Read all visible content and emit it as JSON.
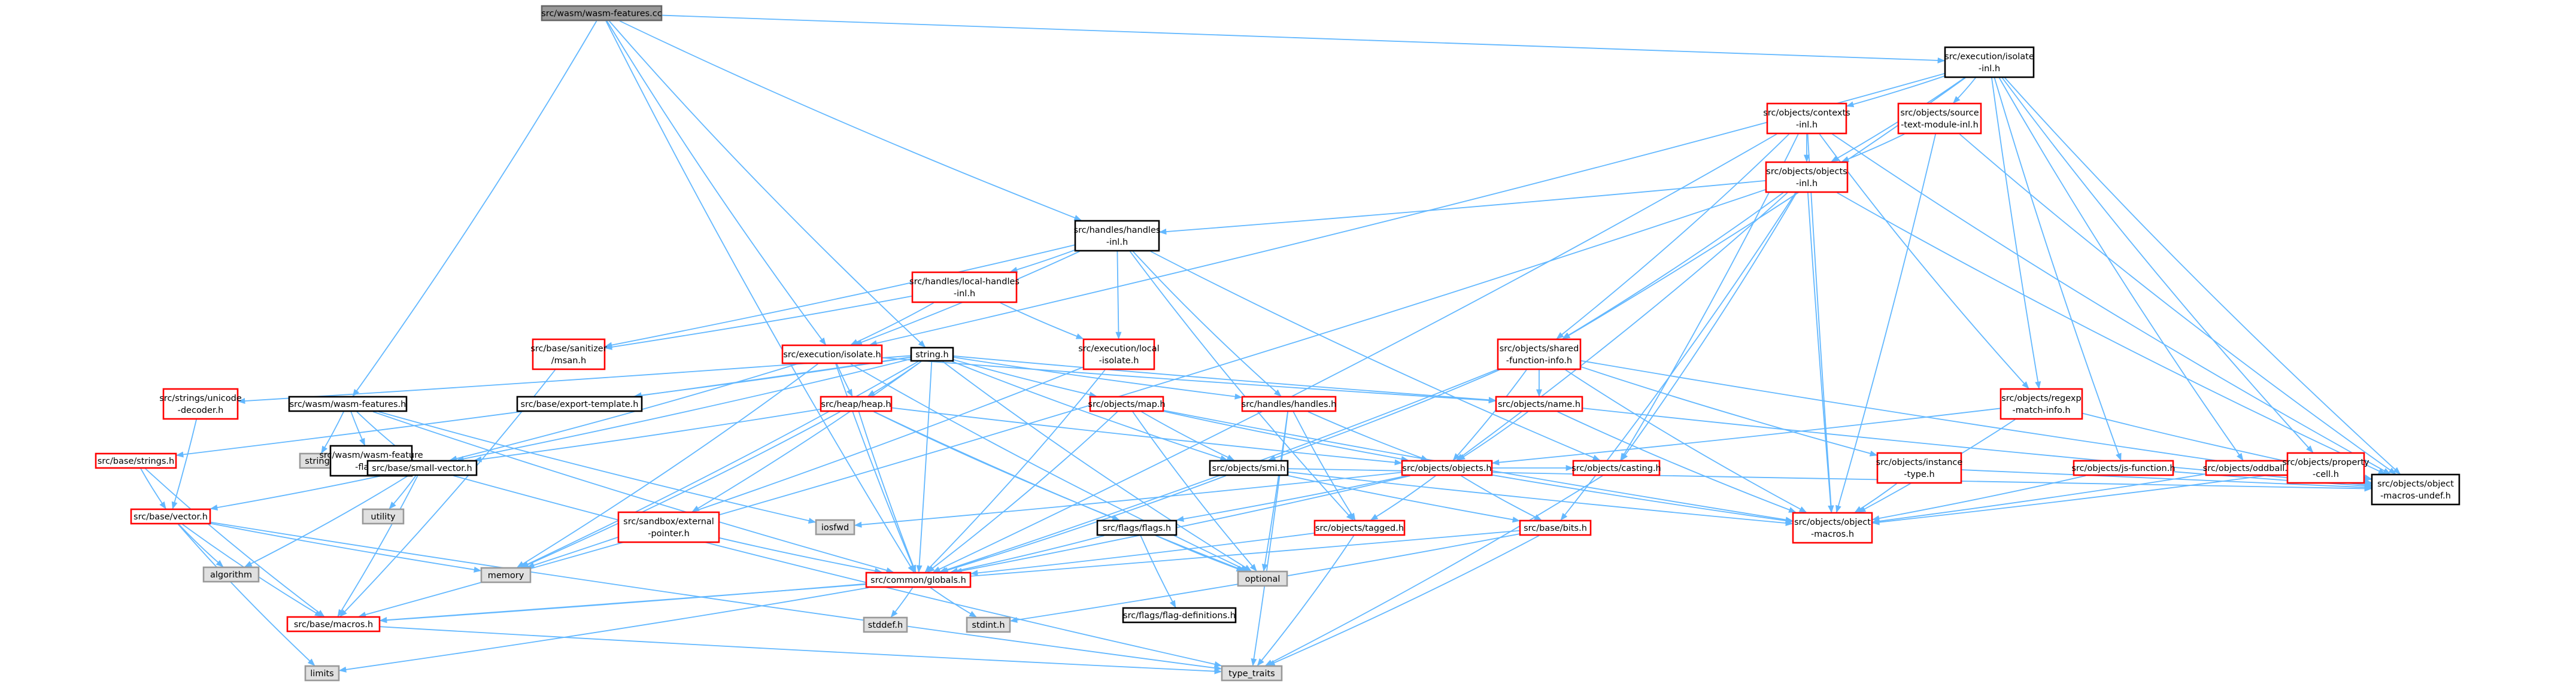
{
  "colors": {
    "root_fill": "#999999",
    "root_border": "#666666",
    "red_border": "#ff0000",
    "black_border": "#000000",
    "gray_fill": "#e0e0e0",
    "gray_border": "#999999",
    "white_fill": "#ffffff",
    "edge": "#63b8ff"
  },
  "nodes": [
    {
      "id": "n0",
      "lines": [
        "src/wasm/wasm-features.cc"
      ],
      "style": "root"
    },
    {
      "id": "n1",
      "lines": [
        "src/execution/isolate",
        "-inl.h"
      ],
      "style": "black"
    },
    {
      "id": "n2",
      "lines": [
        "src/objects/contexts",
        "-inl.h"
      ],
      "style": "red"
    },
    {
      "id": "n3",
      "lines": [
        "src/objects/source",
        "-text-module-inl.h"
      ],
      "style": "red"
    },
    {
      "id": "n4",
      "lines": [
        "src/objects/objects",
        "-inl.h"
      ],
      "style": "red"
    },
    {
      "id": "n5",
      "lines": [
        "src/handles/handles",
        "-inl.h"
      ],
      "style": "black"
    },
    {
      "id": "n6",
      "lines": [
        "src/handles/local-handles",
        "-inl.h"
      ],
      "style": "red"
    },
    {
      "id": "n7",
      "lines": [
        "src/base/sanitizer",
        "/msan.h"
      ],
      "style": "red"
    },
    {
      "id": "n8",
      "lines": [
        "src/execution/isolate.h"
      ],
      "style": "red"
    },
    {
      "id": "n9",
      "lines": [
        "src/execution/local",
        "-isolate.h"
      ],
      "style": "red"
    },
    {
      "id": "n10",
      "lines": [
        "src/objects/shared",
        "-function-info.h"
      ],
      "style": "red"
    },
    {
      "id": "n11",
      "lines": [
        "string.h"
      ],
      "style": "black"
    },
    {
      "id": "n12",
      "lines": [
        "src/strings/unicode",
        "-decoder.h"
      ],
      "style": "red"
    },
    {
      "id": "n13",
      "lines": [
        "src/wasm/wasm-features.h"
      ],
      "style": "black"
    },
    {
      "id": "n14",
      "lines": [
        "src/base/export-template.h"
      ],
      "style": "black"
    },
    {
      "id": "n15",
      "lines": [
        "src/heap/heap.h"
      ],
      "style": "red"
    },
    {
      "id": "n16",
      "lines": [
        "src/objects/map.h"
      ],
      "style": "red"
    },
    {
      "id": "n17",
      "lines": [
        "src/handles/handles.h"
      ],
      "style": "red"
    },
    {
      "id": "n18",
      "lines": [
        "src/objects/name.h"
      ],
      "style": "red"
    },
    {
      "id": "n19",
      "lines": [
        "src/objects/regexp",
        "-match-info.h"
      ],
      "style": "red"
    },
    {
      "id": "n20",
      "lines": [
        "src/base/strings.h"
      ],
      "style": "red"
    },
    {
      "id": "n21",
      "lines": [
        "string"
      ],
      "style": "gray"
    },
    {
      "id": "n22",
      "lines": [
        "src/wasm/wasm-feature",
        "-flags.h"
      ],
      "style": "black"
    },
    {
      "id": "n23",
      "lines": [
        "src/base/small-vector.h"
      ],
      "style": "black"
    },
    {
      "id": "n24",
      "lines": [
        "src/objects/smi.h"
      ],
      "style": "black"
    },
    {
      "id": "n25",
      "lines": [
        "src/objects/objects.h"
      ],
      "style": "red"
    },
    {
      "id": "n26",
      "lines": [
        "src/objects/casting.h"
      ],
      "style": "red"
    },
    {
      "id": "n27",
      "lines": [
        "src/objects/instance",
        "-type.h"
      ],
      "style": "red"
    },
    {
      "id": "n28",
      "lines": [
        "src/objects/js-function.h"
      ],
      "style": "red"
    },
    {
      "id": "n29",
      "lines": [
        "src/objects/oddball.h"
      ],
      "style": "red"
    },
    {
      "id": "n30",
      "lines": [
        "src/objects/property",
        "-cell.h"
      ],
      "style": "red"
    },
    {
      "id": "n31",
      "lines": [
        "src/objects/object",
        "-macros-undef.h"
      ],
      "style": "black"
    },
    {
      "id": "n32",
      "lines": [
        "src/base/vector.h"
      ],
      "style": "red"
    },
    {
      "id": "n33",
      "lines": [
        "utility"
      ],
      "style": "gray"
    },
    {
      "id": "n34",
      "lines": [
        "src/sandbox/external",
        "-pointer.h"
      ],
      "style": "red"
    },
    {
      "id": "n35",
      "lines": [
        "iosfwd"
      ],
      "style": "gray"
    },
    {
      "id": "n36",
      "lines": [
        "src/flags/flags.h"
      ],
      "style": "black"
    },
    {
      "id": "n37",
      "lines": [
        "src/objects/tagged.h"
      ],
      "style": "red"
    },
    {
      "id": "n38",
      "lines": [
        "src/base/bits.h"
      ],
      "style": "red"
    },
    {
      "id": "n39",
      "lines": [
        "src/objects/object",
        "-macros.h"
      ],
      "style": "red"
    },
    {
      "id": "n40",
      "lines": [
        "algorithm"
      ],
      "style": "gray"
    },
    {
      "id": "n41",
      "lines": [
        "memory"
      ],
      "style": "gray"
    },
    {
      "id": "n42",
      "lines": [
        "optional"
      ],
      "style": "gray"
    },
    {
      "id": "n43",
      "lines": [
        "src/flags/flag-definitions.h"
      ],
      "style": "black"
    },
    {
      "id": "n44",
      "lines": [
        "src/common/globals.h"
      ],
      "style": "red"
    },
    {
      "id": "n45",
      "lines": [
        "stddef.h"
      ],
      "style": "gray"
    },
    {
      "id": "n46",
      "lines": [
        "stdint.h"
      ],
      "style": "gray"
    },
    {
      "id": "n47",
      "lines": [
        "src/base/macros.h"
      ],
      "style": "red"
    },
    {
      "id": "n48",
      "lines": [
        "limits"
      ],
      "style": "gray"
    },
    {
      "id": "n49",
      "lines": [
        "type_traits"
      ],
      "style": "gray"
    }
  ],
  "edges": [
    [
      "n0",
      "n1"
    ],
    [
      "n0",
      "n5"
    ],
    [
      "n0",
      "n8"
    ],
    [
      "n0",
      "n11"
    ],
    [
      "n0",
      "n13"
    ],
    [
      "n0",
      "n44"
    ],
    [
      "n1",
      "n2"
    ],
    [
      "n1",
      "n3"
    ],
    [
      "n1",
      "n4"
    ],
    [
      "n1",
      "n10"
    ],
    [
      "n1",
      "n19"
    ],
    [
      "n1",
      "n28"
    ],
    [
      "n1",
      "n29"
    ],
    [
      "n1",
      "n30"
    ],
    [
      "n1",
      "n31"
    ],
    [
      "n1",
      "n8"
    ],
    [
      "n2",
      "n4"
    ],
    [
      "n2",
      "n10"
    ],
    [
      "n2",
      "n19"
    ],
    [
      "n2",
      "n26"
    ],
    [
      "n2",
      "n31"
    ],
    [
      "n2",
      "n39"
    ],
    [
      "n2",
      "n44"
    ],
    [
      "n3",
      "n4"
    ],
    [
      "n3",
      "n31"
    ],
    [
      "n3",
      "n39"
    ],
    [
      "n4",
      "n5"
    ],
    [
      "n4",
      "n10"
    ],
    [
      "n4",
      "n25"
    ],
    [
      "n4",
      "n26"
    ],
    [
      "n4",
      "n31"
    ],
    [
      "n4",
      "n38"
    ],
    [
      "n4",
      "n39"
    ],
    [
      "n4",
      "n47"
    ],
    [
      "n5",
      "n6"
    ],
    [
      "n5",
      "n7"
    ],
    [
      "n5",
      "n8"
    ],
    [
      "n5",
      "n9"
    ],
    [
      "n5",
      "n17"
    ],
    [
      "n5",
      "n26"
    ],
    [
      "n5",
      "n37"
    ],
    [
      "n6",
      "n7"
    ],
    [
      "n6",
      "n8"
    ],
    [
      "n6",
      "n9"
    ],
    [
      "n7",
      "n47"
    ],
    [
      "n8",
      "n15"
    ],
    [
      "n8",
      "n18"
    ],
    [
      "n8",
      "n23"
    ],
    [
      "n8",
      "n42"
    ],
    [
      "n8",
      "n44"
    ],
    [
      "n8",
      "n41"
    ],
    [
      "n9",
      "n44"
    ],
    [
      "n9",
      "n41"
    ],
    [
      "n10",
      "n18"
    ],
    [
      "n10",
      "n27"
    ],
    [
      "n10",
      "n25"
    ],
    [
      "n10",
      "n31"
    ],
    [
      "n10",
      "n39"
    ],
    [
      "n10",
      "n44"
    ],
    [
      "n10",
      "n24"
    ],
    [
      "n11",
      "n12"
    ],
    [
      "n11",
      "n14"
    ],
    [
      "n11",
      "n15"
    ],
    [
      "n11",
      "n16"
    ],
    [
      "n11",
      "n17"
    ],
    [
      "n11",
      "n18"
    ],
    [
      "n11",
      "n20"
    ],
    [
      "n11",
      "n23"
    ],
    [
      "n11",
      "n24"
    ],
    [
      "n11",
      "n34"
    ],
    [
      "n11",
      "n41"
    ],
    [
      "n11",
      "n42"
    ],
    [
      "n11",
      "n44"
    ],
    [
      "n12",
      "n32"
    ],
    [
      "n13",
      "n21"
    ],
    [
      "n13",
      "n22"
    ],
    [
      "n13",
      "n23"
    ],
    [
      "n13",
      "n44"
    ],
    [
      "n13",
      "n35"
    ],
    [
      "n15",
      "n23"
    ],
    [
      "n15",
      "n36"
    ],
    [
      "n15",
      "n42"
    ],
    [
      "n15",
      "n44"
    ],
    [
      "n15",
      "n41"
    ],
    [
      "n15",
      "n25"
    ],
    [
      "n16",
      "n24"
    ],
    [
      "n16",
      "n25"
    ],
    [
      "n16",
      "n39"
    ],
    [
      "n16",
      "n44"
    ],
    [
      "n16",
      "n42"
    ],
    [
      "n17",
      "n25"
    ],
    [
      "n17",
      "n37"
    ],
    [
      "n17",
      "n42"
    ],
    [
      "n17",
      "n49"
    ],
    [
      "n18",
      "n25"
    ],
    [
      "n18",
      "n31"
    ],
    [
      "n18",
      "n39"
    ],
    [
      "n19",
      "n25"
    ],
    [
      "n19",
      "n31"
    ],
    [
      "n19",
      "n39"
    ],
    [
      "n20",
      "n32"
    ],
    [
      "n20",
      "n47"
    ],
    [
      "n23",
      "n32"
    ],
    [
      "n23",
      "n33"
    ],
    [
      "n23",
      "n40"
    ],
    [
      "n23",
      "n47"
    ],
    [
      "n23",
      "n49"
    ],
    [
      "n24",
      "n38"
    ],
    [
      "n24",
      "n31"
    ],
    [
      "n24",
      "n39"
    ],
    [
      "n24",
      "n44"
    ],
    [
      "n25",
      "n26"
    ],
    [
      "n25",
      "n35"
    ],
    [
      "n25",
      "n36"
    ],
    [
      "n25",
      "n37"
    ],
    [
      "n25",
      "n38"
    ],
    [
      "n25",
      "n39"
    ],
    [
      "n25",
      "n44"
    ],
    [
      "n26",
      "n49"
    ],
    [
      "n27",
      "n31"
    ],
    [
      "n27",
      "n39"
    ],
    [
      "n28",
      "n31"
    ],
    [
      "n28",
      "n39"
    ],
    [
      "n29",
      "n31"
    ],
    [
      "n29",
      "n39"
    ],
    [
      "n30",
      "n31"
    ],
    [
      "n30",
      "n39"
    ],
    [
      "n32",
      "n40"
    ],
    [
      "n32",
      "n41"
    ],
    [
      "n32",
      "n47"
    ],
    [
      "n32",
      "n48"
    ],
    [
      "n32",
      "n49"
    ],
    [
      "n34",
      "n44"
    ],
    [
      "n36",
      "n43"
    ],
    [
      "n36",
      "n44"
    ],
    [
      "n36",
      "n42"
    ],
    [
      "n37",
      "n44"
    ],
    [
      "n37",
      "n49"
    ],
    [
      "n38",
      "n46"
    ],
    [
      "n38",
      "n47"
    ],
    [
      "n38",
      "n49"
    ],
    [
      "n44",
      "n45"
    ],
    [
      "n44",
      "n46"
    ],
    [
      "n44",
      "n47"
    ],
    [
      "n44",
      "n48"
    ],
    [
      "n47",
      "n49"
    ]
  ]
}
